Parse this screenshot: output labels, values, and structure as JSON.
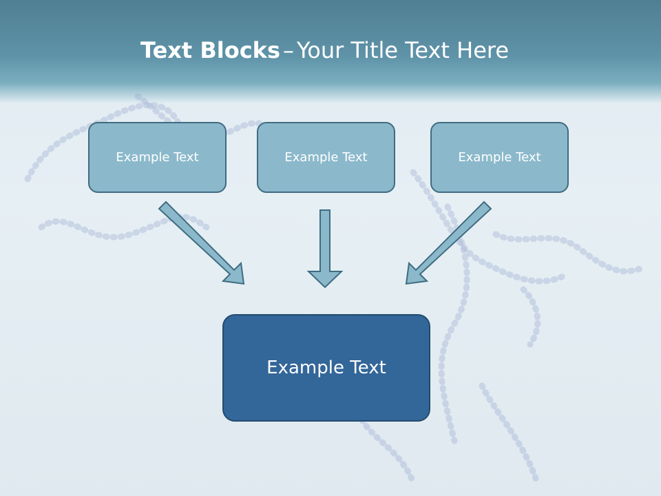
{
  "slide": {
    "title_bold": "Text Blocks",
    "title_separator": "–",
    "title_rest": "Your Title Text Here"
  },
  "blocks": {
    "top": [
      {
        "label": "Example Text"
      },
      {
        "label": "Example Text"
      },
      {
        "label": "Example Text"
      }
    ],
    "main": {
      "label": "Example Text"
    }
  },
  "colors": {
    "header": "#5f93a8",
    "top_box_fill": "#8bb9cb",
    "top_box_border": "#3f6b80",
    "main_box_fill": "#336699",
    "main_box_border": "#234a6e",
    "arrow_fill": "#8bb9cb",
    "arrow_stroke": "#3f6b80",
    "text": "#ffffff"
  },
  "icons": {
    "arrow": "block-arrow-icon"
  }
}
